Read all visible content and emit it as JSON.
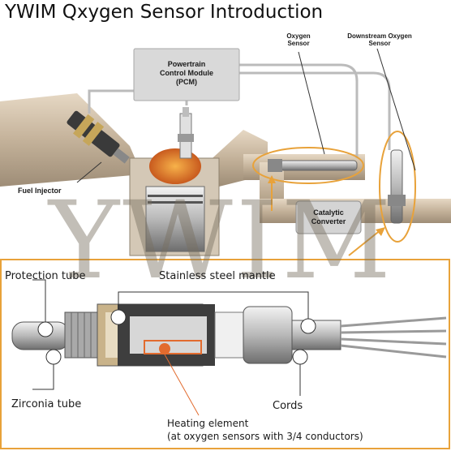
{
  "title": "YWIM Qxygen Sensor Introduction",
  "watermark": "YWIM",
  "top": {
    "pcm_line1": "Powertrain",
    "pcm_line2": "Control Module",
    "pcm_line3": "(PCM)",
    "oxygen_line1": "Oxygen",
    "oxygen_line2": "Sensor",
    "downstream_line1": "Downstream Oxygen",
    "downstream_line2": "Sensor",
    "fuel_injector": "Fuel Injector",
    "catalytic_line1": "Catalytic",
    "catalytic_line2": "Converter"
  },
  "bottom": {
    "protection_tube": "Protection tube",
    "stainless_mantle": "Stainless steel mantle",
    "zirconia_tube": "Zirconia tube",
    "cords": "Cords",
    "heating_line1": "Heating element",
    "heating_line2": "(at oxygen sensors with 3/4 conductors)"
  },
  "colors": {
    "accent": "#E8A23A",
    "pcm_box": "#D9D9D9",
    "pipe": "#C9B9A4"
  }
}
